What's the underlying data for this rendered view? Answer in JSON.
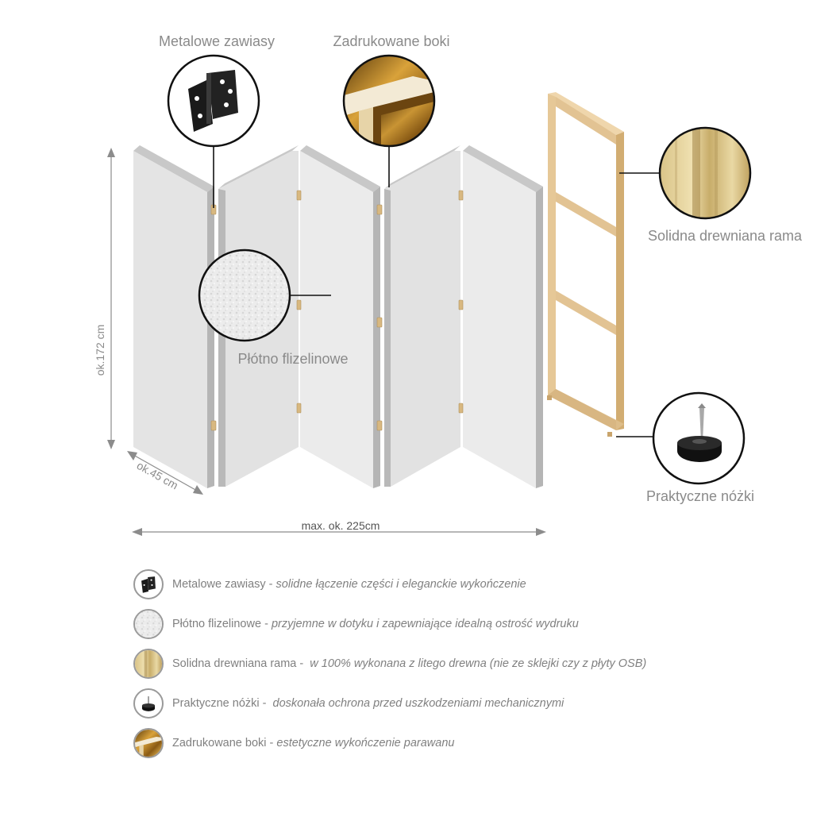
{
  "callouts": {
    "hinges": "Metalowe zawiasy",
    "printed_sides": "Zadrukowane boki",
    "wooden_frame": "Solidna drewniana rama",
    "fleece_canvas": "Płótno flizelinowe",
    "feet": "Praktyczne nóżki"
  },
  "dimensions": {
    "height": "ok.172 cm",
    "depth": "ok.45 cm",
    "width": "max. ok. 225cm"
  },
  "legend": [
    {
      "title": "Metalowe zawiasy -",
      "desc": "solidne łączenie części i eleganckie wykończenie",
      "icon": "hinge-icon"
    },
    {
      "title": "Płótno flizelinowe -",
      "desc": "przyjemne w dotyku i zapewniające idealną ostrość wydruku",
      "icon": "canvas-texture-icon"
    },
    {
      "title": "Solidna drewniana rama -",
      "desc": "w 100% wykonana z litego drewna (nie ze sklejki czy z płyty OSB)",
      "icon": "wood-grain-icon"
    },
    {
      "title": "Praktyczne nóżki -",
      "desc": "doskonała ochrona przed uszkodzeniami mechanicznymi",
      "icon": "furniture-foot-icon"
    },
    {
      "title": "Zadrukowane boki -",
      "desc": "estetyczne wykończenie parawanu",
      "icon": "printed-edge-icon"
    }
  ],
  "colors": {
    "text": "#808080",
    "panel_face": "#e3e3e3",
    "panel_edge": "#b9b9b9",
    "wood": "#e2c393",
    "wood_dark": "#c9a46c",
    "arrow": "#8c8c8c"
  }
}
